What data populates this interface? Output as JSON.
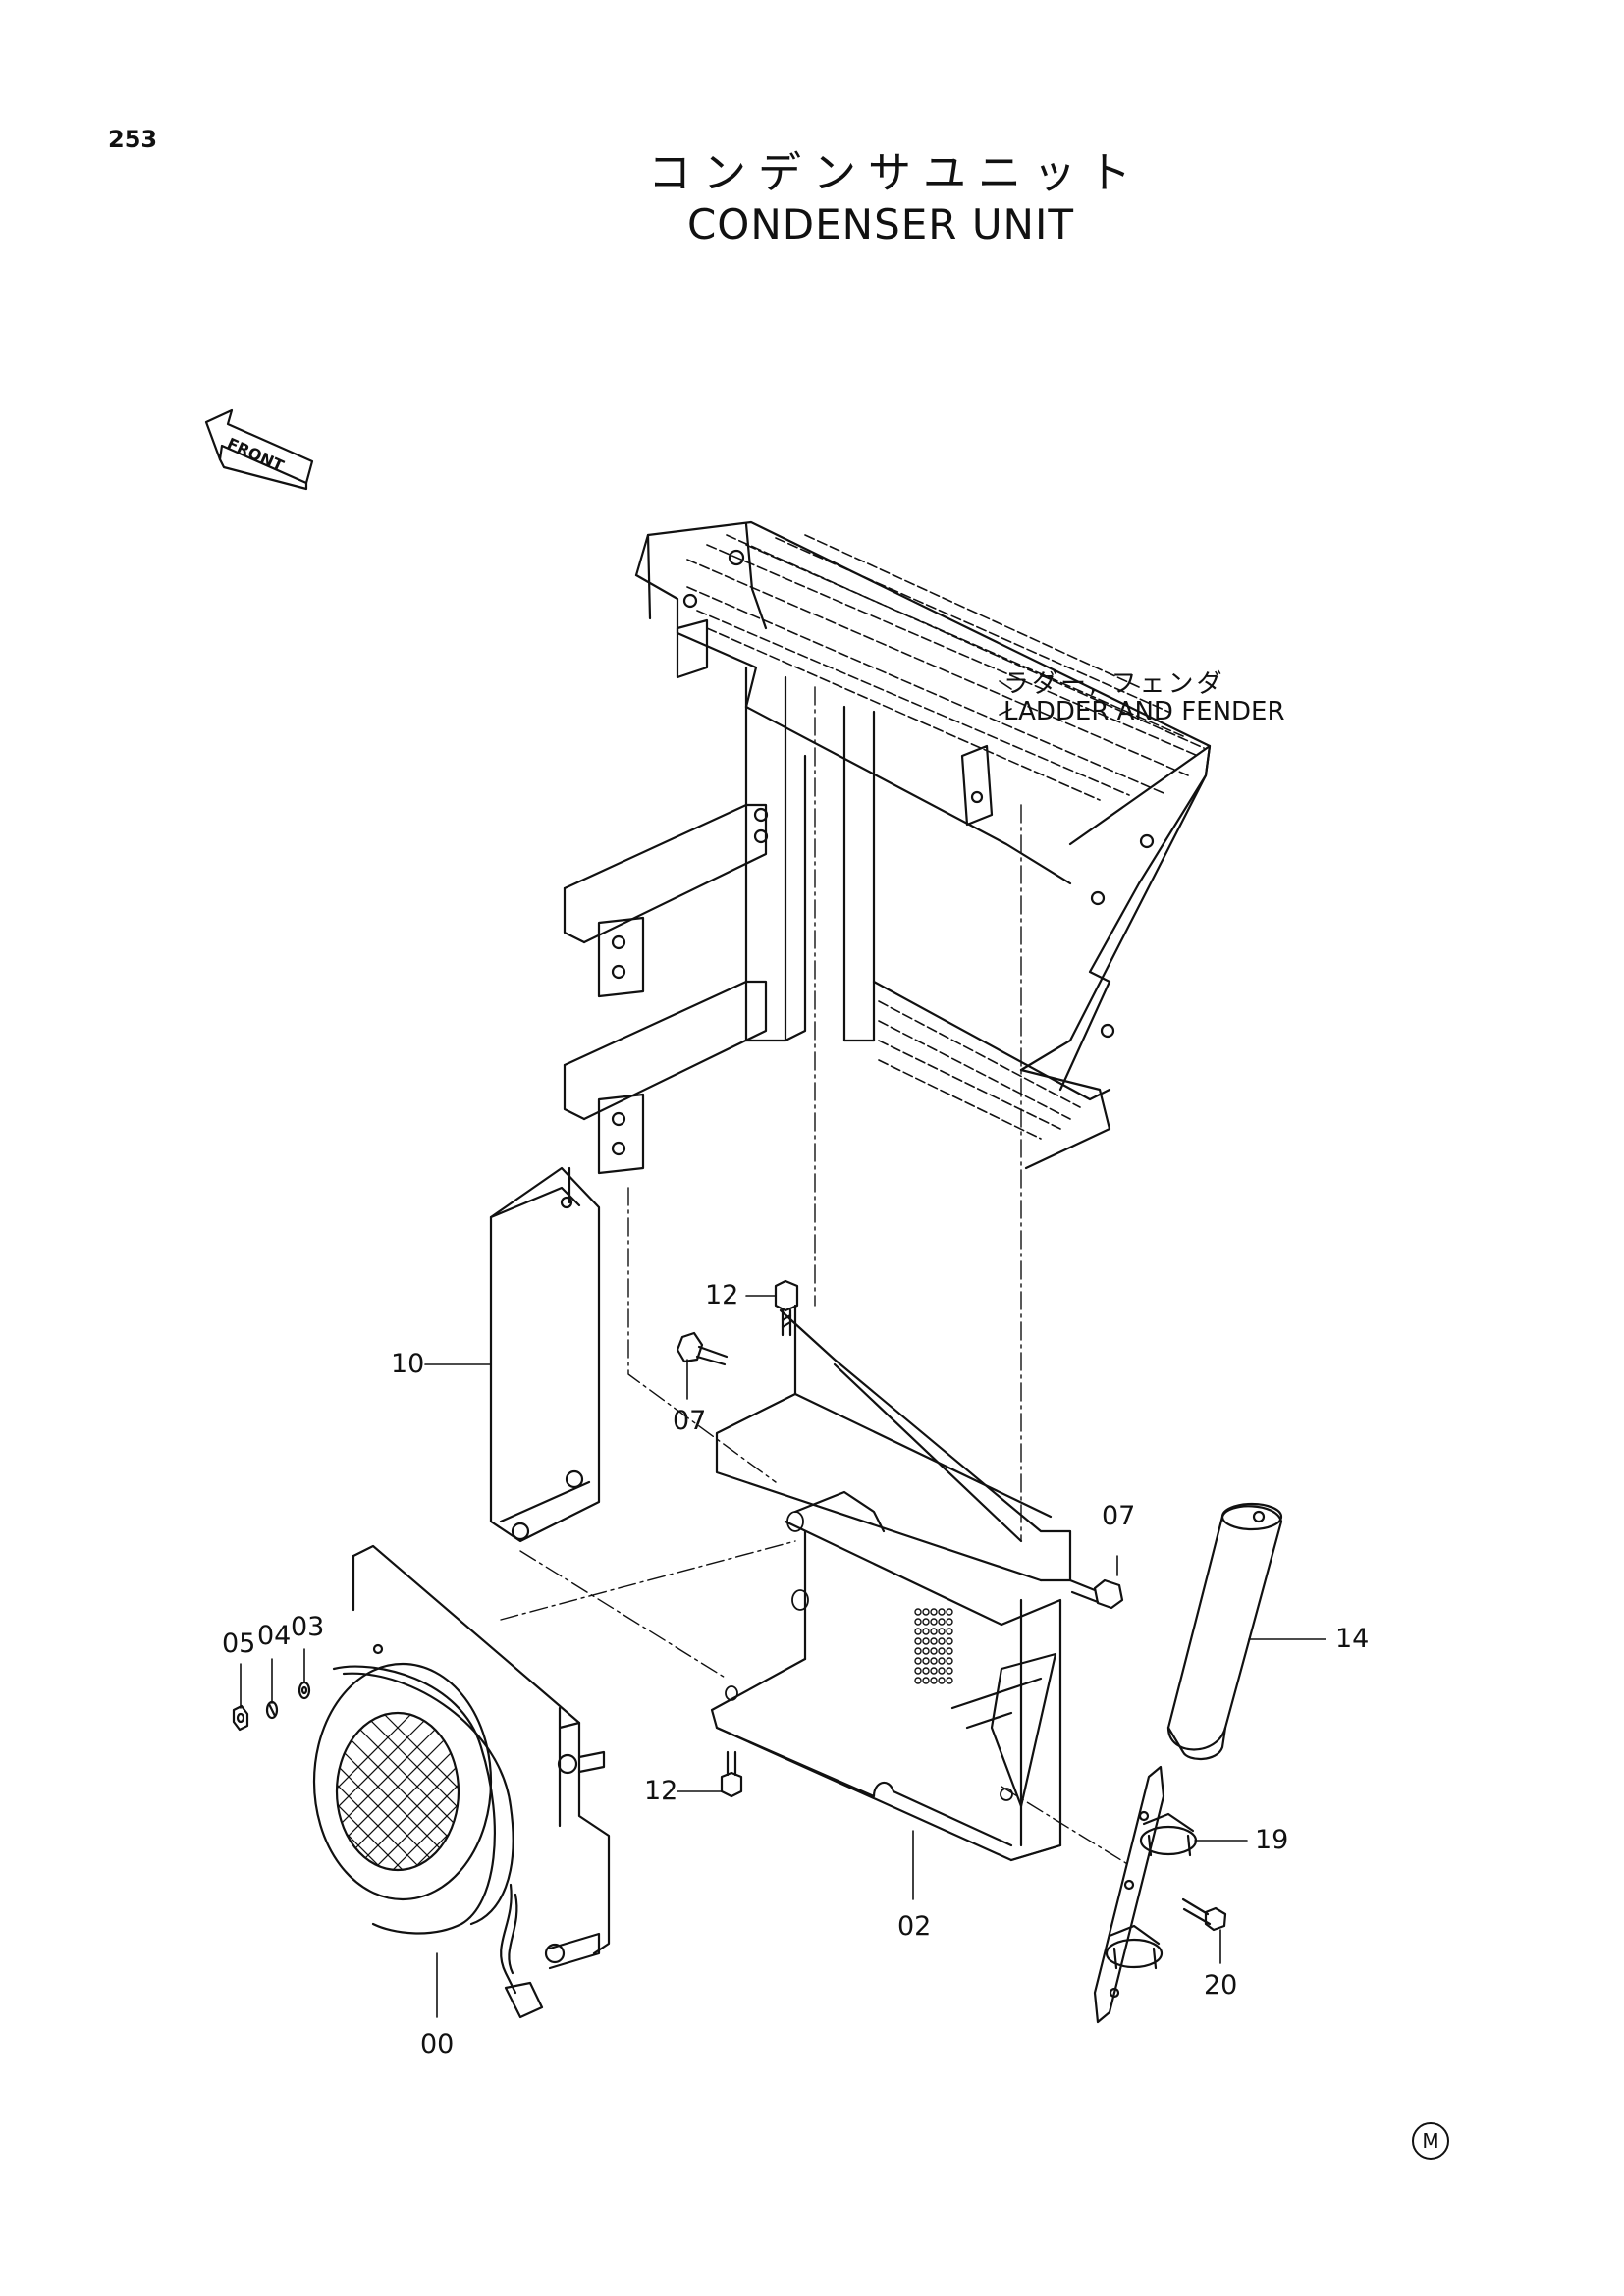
{
  "page": {
    "number": "253"
  },
  "title": {
    "jp": "コンデンサユニット",
    "en": "CONDENSER UNIT"
  },
  "front_arrow": {
    "label": "FRONT"
  },
  "reference": {
    "jp": "ラダー, フェンダ",
    "en": "LADDER AND FENDER"
  },
  "callouts": [
    {
      "id": "c12a",
      "label": "12"
    },
    {
      "id": "c07a",
      "label": "07"
    },
    {
      "id": "c10",
      "label": "10"
    },
    {
      "id": "c07b",
      "label": "07"
    },
    {
      "id": "c14",
      "label": "14"
    },
    {
      "id": "c05",
      "label": "05"
    },
    {
      "id": "c04",
      "label": "04"
    },
    {
      "id": "c03",
      "label": "03"
    },
    {
      "id": "c12b",
      "label": "12"
    },
    {
      "id": "c19",
      "label": "19"
    },
    {
      "id": "c02",
      "label": "02"
    },
    {
      "id": "c20",
      "label": "20"
    },
    {
      "id": "c00",
      "label": "00"
    }
  ],
  "corner_mark": "M"
}
